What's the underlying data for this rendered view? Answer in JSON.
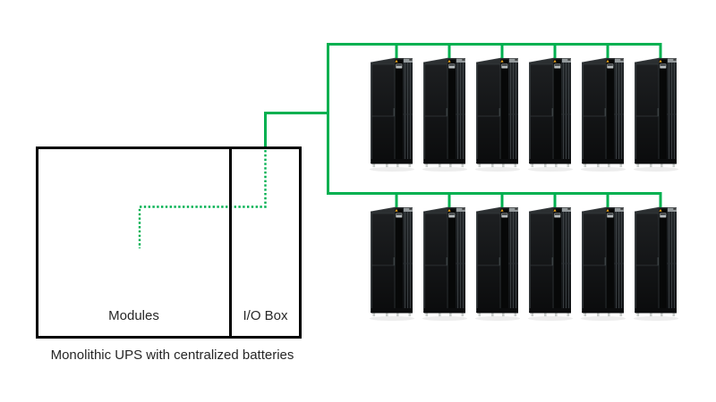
{
  "ups": {
    "modules_label": "Modules",
    "io_box_label": "I/O Box",
    "caption": "Monolithic UPS with centralized batteries"
  },
  "racks": {
    "rows": 2,
    "per_row": 6,
    "total": 12
  },
  "colors": {
    "line_green": "#00B050",
    "box_border": "#000000",
    "text": "#262626"
  }
}
